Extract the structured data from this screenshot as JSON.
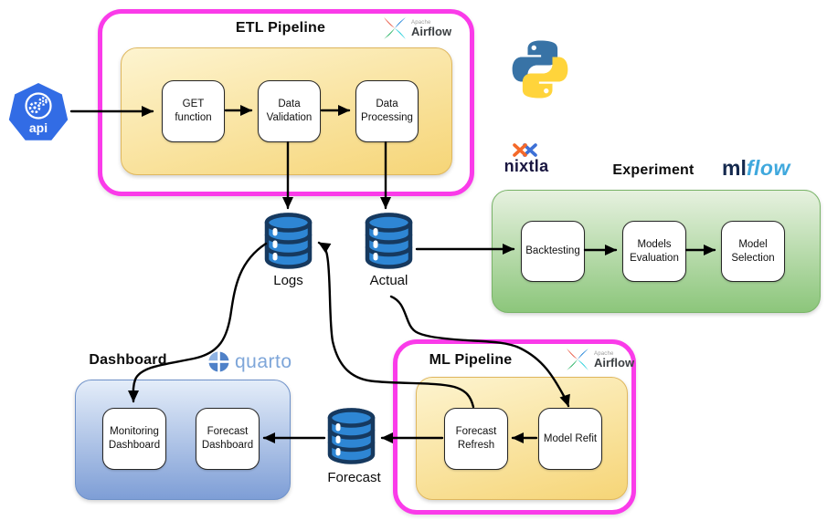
{
  "colors": {
    "magenta_border": "#fa3be9",
    "yellow_top": "#fdf4d0",
    "yellow_bottom": "#f6d577",
    "green_top": "#e6f1df",
    "green_bottom": "#8cc67b",
    "blue_top": "#e4edf9",
    "blue_bottom": "#7e9ed6",
    "cylinder_blue": "#2e86d4",
    "cylinder_navy": "#16395f",
    "arrow_black": "#000000"
  },
  "api_node": {
    "label": "api"
  },
  "logos": {
    "airflow_apache": "Apache",
    "airflow_name": "Airflow",
    "nixtla_name": "nixtla",
    "mlflow_ml": "ml",
    "mlflow_flow": "flow",
    "quarto_name": "quarto"
  },
  "etl_pipeline": {
    "title": "ETL Pipeline",
    "nodes": [
      {
        "label": "GET\nfunction"
      },
      {
        "label": "Data\nValidation"
      },
      {
        "label": "Data\nProcessing"
      }
    ]
  },
  "experiment": {
    "title": "Experiment",
    "nodes": [
      {
        "label": "Backtesting"
      },
      {
        "label": "Models\nEvaluation"
      },
      {
        "label": "Model\nSelection"
      }
    ]
  },
  "ml_pipeline": {
    "title": "ML Pipeline",
    "nodes": [
      {
        "label": "Forecast\nRefresh"
      },
      {
        "label": "Model Refit"
      }
    ]
  },
  "dashboard": {
    "title": "Dashboard",
    "nodes": [
      {
        "label": "Monitoring\nDashboard"
      },
      {
        "label": "Forecast\nDashboard"
      }
    ]
  },
  "datastores": {
    "logs": "Logs",
    "actual": "Actual",
    "forecast": "Forecast"
  }
}
